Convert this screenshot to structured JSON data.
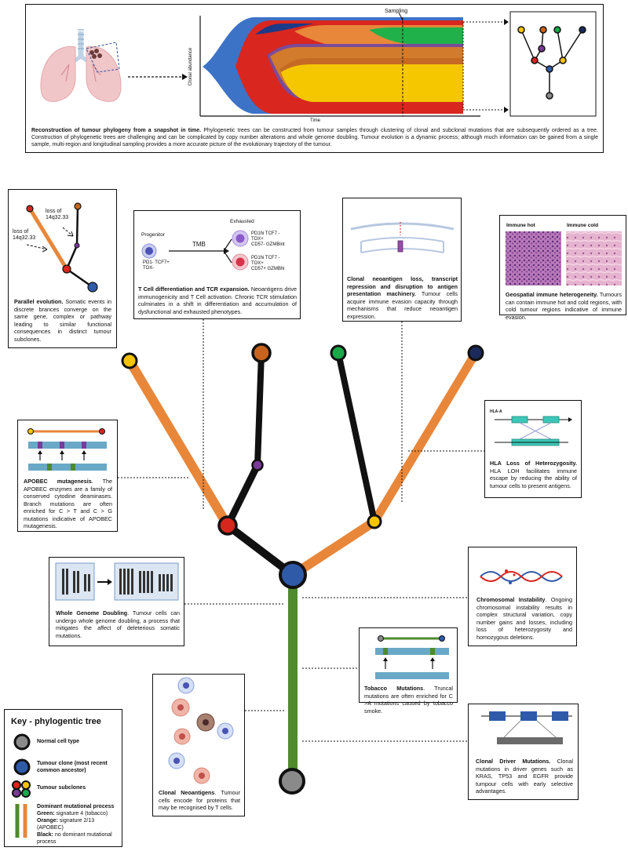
{
  "top_panel": {
    "sampling_label": "Sampling",
    "y_axis_label": "Clonal abundance",
    "x_axis_label": "Time",
    "caption_bold": "Reconstruction of tumour phylogeny from a snapshot in time.",
    "caption_text": " Phylogenetic trees can be constructed from tumour samples through clustering of clonal and subclonal mutations that are subsequently ordered as a tree. Construction of phylogenetic trees are challenging and can be complicated by copy number alterations and whole genome doubling. Tumour evolution is a dynamic process; although much information can be gained from a single sample, multi-region and longitudinal sampling provides a more accurate picture of the evolutionary trajectory of the tumour."
  },
  "parallel": {
    "loss_left": "loss of\n14q32.33",
    "loss_right": "loss of\n14q32.33",
    "caption_bold": "Parallel evolution.",
    "caption_text": " Somatic events in discrete brances converge on the same gene, complex or pathway leading to similar functional consequences in distinct tumour subclones."
  },
  "tcell": {
    "progenitor": "Progenitor",
    "progenitor_markers": "PD1- TCF7+\nTOX-",
    "tmb": "TMB",
    "exhausted": "Exhausted",
    "exhausted1": "PD1hi TCF7 -\nTOX+\nCD57- GZMBint",
    "exhausted2": "PD1hi TCF7 -\nTOX+\nCD57+ GZMBhi",
    "caption_bold": "T Cell differentiation and TCR expansion.",
    "caption_text": " Neoantigens drive immunogenicity and T Cell activation. Chronic TCR stimulation culminates in a shift in differentiation and accumulation of dysfunctional and exhausted phenotypes."
  },
  "clonal_loss": {
    "caption_bold": "Clonal neoantigen loss, transcript repression and disruption to antigen presentation machinery.",
    "caption_text": " Tumour cells acquire immune evasion capacity through mechanisms that reduce neoantigen expression."
  },
  "geospatial": {
    "immune_hot": "Immune hot",
    "immune_cold": "Immune cold",
    "caption_bold": "Geospatial immune heterogeneity.",
    "caption_text": " Tumours can contain immune hot and cold regions, with cold tumour regions indicative of immune evasion."
  },
  "apobec": {
    "caption_bold": "APOBEC mutagenesis",
    "caption_text": ". The APOBEC enzymes are a family of conserved cytodine deaminases. Branch mutations are often enriched for C > T and C > G mutations indicative of APOBEC mutagenesis."
  },
  "hla": {
    "hla_label": "HLA-A",
    "caption_bold": "HLA Loss of Heterozygosity.",
    "caption_text": " HLA LOH facilitates immune escape by reducing the ability of tumour cells to present antigens."
  },
  "wgd": {
    "caption_bold": "Whole Genome Doubling",
    "caption_text": ". Tumour cells can undergo whole genome doubling, a process that mitigates the affect of deleterious somatic mutations."
  },
  "cin": {
    "caption_bold": "Chromosomal Instability",
    "caption_text": ". Ongoing chromosomal instability results in complex structural variation, copy number gains and losses, including loss of heterozygosity and homozygous deletions."
  },
  "tobacco": {
    "caption_bold": "Tobacco Mutations",
    "caption_text": ". Truncal mutations are often enriched for C >A mutations caused by tobacco smoke."
  },
  "neoantigens": {
    "caption_bold": "Clonal Neoantigens",
    "caption_text": ". Tumour cells encode for proteins that may be recognised by T cells."
  },
  "drivers": {
    "caption_bold": "Clonal Driver Mutations.",
    "caption_text": " Clonal mutations in driver genes such as KRAS, TP53 and EGFR provide tumpour cells with early selective advantages."
  },
  "key": {
    "title": "Key - phylogentic tree",
    "normal": "Normal cell type",
    "clone": "Tumour clone (most recent common ancestor)",
    "subclones": "Tumour subclones",
    "process_title": "Dominant mutational process",
    "green_bold": "Green:",
    "green_text": " signature 4 (tobacco)",
    "orange_bold": "Orange:",
    "orange_text": " signature 2/13 (APOBEC)",
    "black_bold": "Black:",
    "black_text": " no dominant mutational process"
  },
  "colors": {
    "green_trunk": "#4f8a2e",
    "orange_branch": "#e8873a",
    "black_branch": "#111111",
    "clone_blue": "#2f5aa8",
    "normal_grey": "#8a8a8a",
    "subclone_red": "#d7261e",
    "subclone_yellow": "#f5c400",
    "subclone_purple": "#7a3a9a",
    "subclone_orange": "#c8641e",
    "subclone_green": "#1aa848",
    "subclone_navy": "#1b2a5a"
  }
}
